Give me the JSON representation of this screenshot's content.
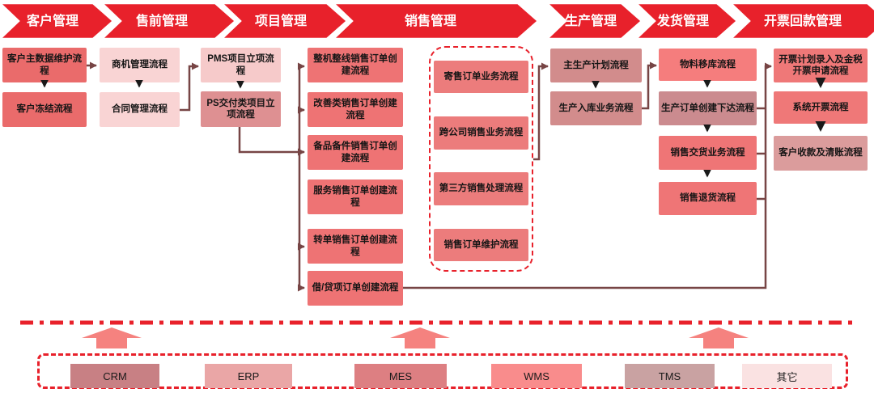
{
  "header": {
    "items": [
      {
        "label": "客户管理"
      },
      {
        "label": "售前管理"
      },
      {
        "label": "项目管理"
      },
      {
        "label": "销售管理"
      },
      {
        "label": "生产管理"
      },
      {
        "label": "发货管理"
      },
      {
        "label": "开票回款管理"
      }
    ]
  },
  "flow": {
    "customer": [
      {
        "label": "客户主数据维护流程"
      },
      {
        "label": "客户冻结流程"
      }
    ],
    "presales": [
      {
        "label": "商机管理流程"
      },
      {
        "label": "合同管理流程"
      }
    ],
    "project": [
      {
        "label": "PMS项目立项流程"
      },
      {
        "label": "PS交付类项目立项流程"
      }
    ],
    "sales_main": [
      {
        "label": "整机整线销售订单创建流程"
      },
      {
        "label": "改善类销售订单创建流程"
      },
      {
        "label": "备品备件销售订单创建流程"
      },
      {
        "label": "服务销售订单创建流程"
      },
      {
        "label": "转单销售订单创建流程"
      },
      {
        "label": "借/贷项订单创建流程"
      }
    ],
    "sales_special": [
      {
        "label": "寄售订单业务流程"
      },
      {
        "label": "跨公司销售业务流程"
      },
      {
        "label": "第三方销售处理流程"
      },
      {
        "label": "销售订单维护流程"
      }
    ],
    "production": [
      {
        "label": "主生产计划流程"
      },
      {
        "label": "生产入库业务流程"
      }
    ],
    "delivery": [
      {
        "label": "物料移库流程"
      },
      {
        "label": "生产订单创建下达流程"
      },
      {
        "label": "销售交货业务流程"
      },
      {
        "label": "销售退货流程"
      }
    ],
    "invoicing": [
      {
        "label": "开票计划录入及金税开票申请流程"
      },
      {
        "label": "系统开票流程"
      },
      {
        "label": "客户收款及清账流程"
      }
    ]
  },
  "systems": [
    {
      "label": "CRM"
    },
    {
      "label": "ERP"
    },
    {
      "label": "MES"
    },
    {
      "label": "WMS"
    },
    {
      "label": "TMS"
    },
    {
      "label": "其它"
    }
  ],
  "colors": {
    "header_red": "#E8212B",
    "connector_maroon": "#774545",
    "arrow_black": "#1A1A1A",
    "dashed_red": "#E8212B",
    "block_arrow_salmon": "#F5827F"
  }
}
